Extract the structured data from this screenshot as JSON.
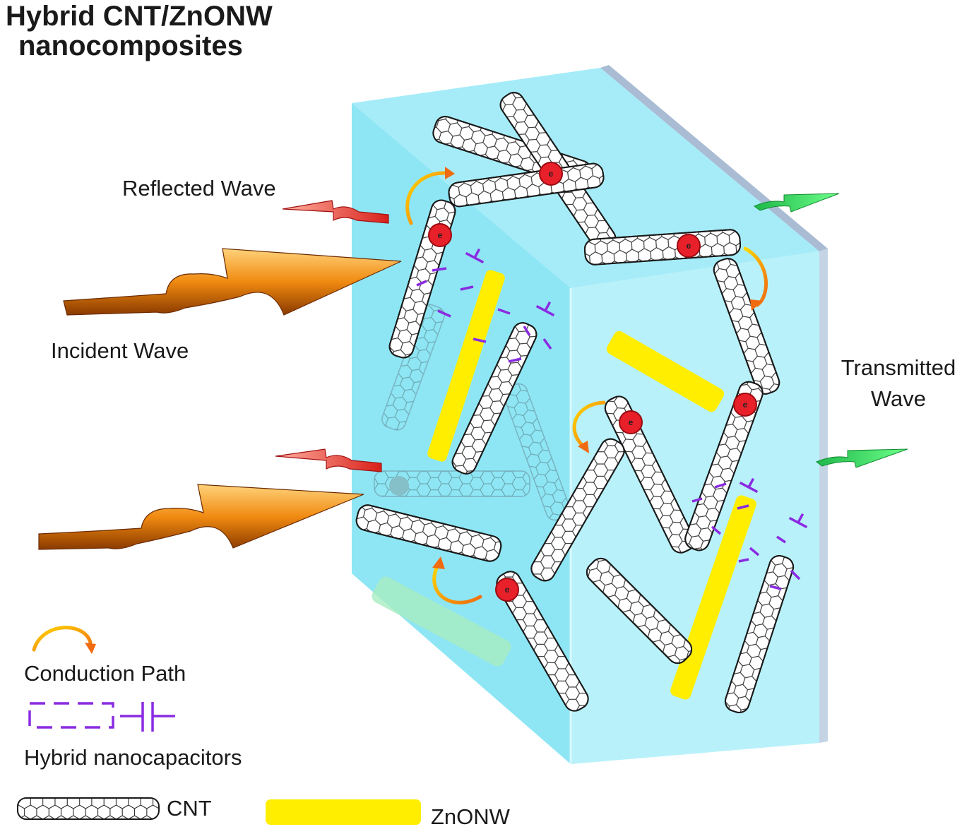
{
  "title": {
    "line1": "Hybrid CNT/ZnONW",
    "line2": "nanocomposites"
  },
  "waves": {
    "reflected": "Reflected Wave",
    "incident": "Incident Wave",
    "transmitted_line1": "Transmitted",
    "transmitted_line2": "Wave"
  },
  "legend": {
    "conduction_path": "Conduction Path",
    "hybrid_nanocapacitors": "Hybrid nanocapacitors",
    "cnt": "CNT",
    "znonw": "ZnONW"
  },
  "electron_symbol": "e",
  "colors": {
    "matrix_front": "#8ee6f4",
    "matrix_side": "#b4f0fa",
    "matrix_top": "#a6ecf8",
    "znonw": "#ffee00",
    "capacitor": "#8a2be2",
    "conduction": "#f5a623",
    "electron": "#e8202a",
    "incident": "#f08a10",
    "reflected": "#e8403a",
    "transmitted": "#33dd66"
  }
}
